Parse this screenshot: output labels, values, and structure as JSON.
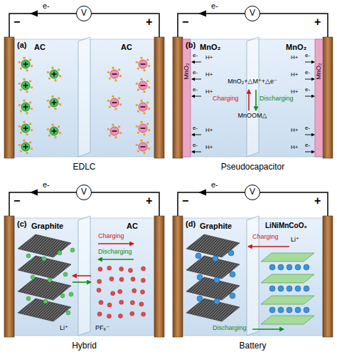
{
  "diagram": {
    "nodes": [
      {
        "text": [
          "EDLC"
        ]
      },
      {
        "text": [
          "V"
        ],
        "in": 0
      },
      {
        "text": [
          "Pseudocapacitor"
        ]
      },
      {
        "text": [
          "V"
        ],
        "in": 2
      },
      {
        "text": [
          "Hybrid"
        ]
      },
      {
        "text": [
          "V"
        ],
        "in": 4
      },
      {
        "text": [
          "Battery"
        ]
      },
      {
        "text": [
          "V"
        ],
        "in": 6
      }
    ],
    "labels": [
      "(a)",
      "−",
      "+",
      "e-",
      "AC",
      "AC",
      "(b)",
      "−",
      "+",
      "e-",
      "MnO₂",
      "MnO₂",
      "MnO₂",
      "MnO₂",
      "MnO₂+△M⁺+△e⁻",
      "Charging",
      "Discharging",
      "MnOOM△",
      "e-",
      "e-",
      "e-",
      "e-",
      "e-",
      "H+",
      "H+",
      "H+",
      "H+",
      "H+",
      "H+",
      "H+",
      "H+",
      "H+",
      "H+",
      "e-",
      "e-",
      "e-",
      "e-",
      "e-",
      "(c)",
      "−",
      "+",
      "e-",
      "Graphite",
      "AC",
      "Charging",
      "Discharging",
      "Li⁺",
      "PF₆⁻",
      "(d)",
      "−",
      "+",
      "e-",
      "Graphite",
      "LiNiMnCoO₂",
      "Charging",
      "Li⁺",
      "Discharging"
    ]
  }
}
